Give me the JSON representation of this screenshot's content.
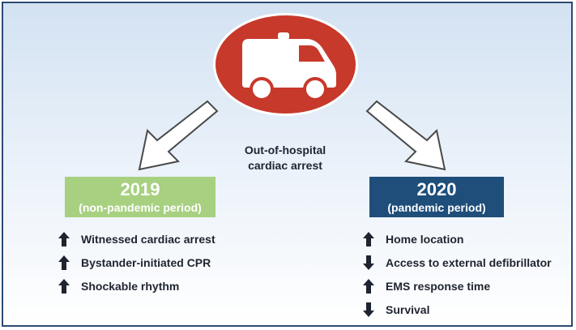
{
  "center": {
    "line1": "Out-of-hospital",
    "line2": "cardiac arrest"
  },
  "left": {
    "year": "2019",
    "period": "(non-pandemic period)",
    "items": [
      {
        "label": "Witnessed cardiac arrest",
        "direction": "up"
      },
      {
        "label": "Bystander-initiated CPR",
        "direction": "up"
      },
      {
        "label": "Shockable rhythm",
        "direction": "up"
      }
    ]
  },
  "right": {
    "year": "2020",
    "period": "(pandemic period)",
    "items": [
      {
        "label": "Home location",
        "direction": "up"
      },
      {
        "label": "Access to external defibrillator",
        "direction": "down"
      },
      {
        "label": "EMS response time",
        "direction": "up"
      },
      {
        "label": "Survival",
        "direction": "down"
      }
    ]
  },
  "colors": {
    "ambulance_circle": "#c0392b",
    "box_2019": "#a7d080",
    "box_2020": "#1f4e7a",
    "frame_border": "#2c4a73"
  },
  "icons": {
    "central": "ambulance-icon",
    "up": "arrow-up-icon",
    "down": "arrow-down-icon"
  }
}
